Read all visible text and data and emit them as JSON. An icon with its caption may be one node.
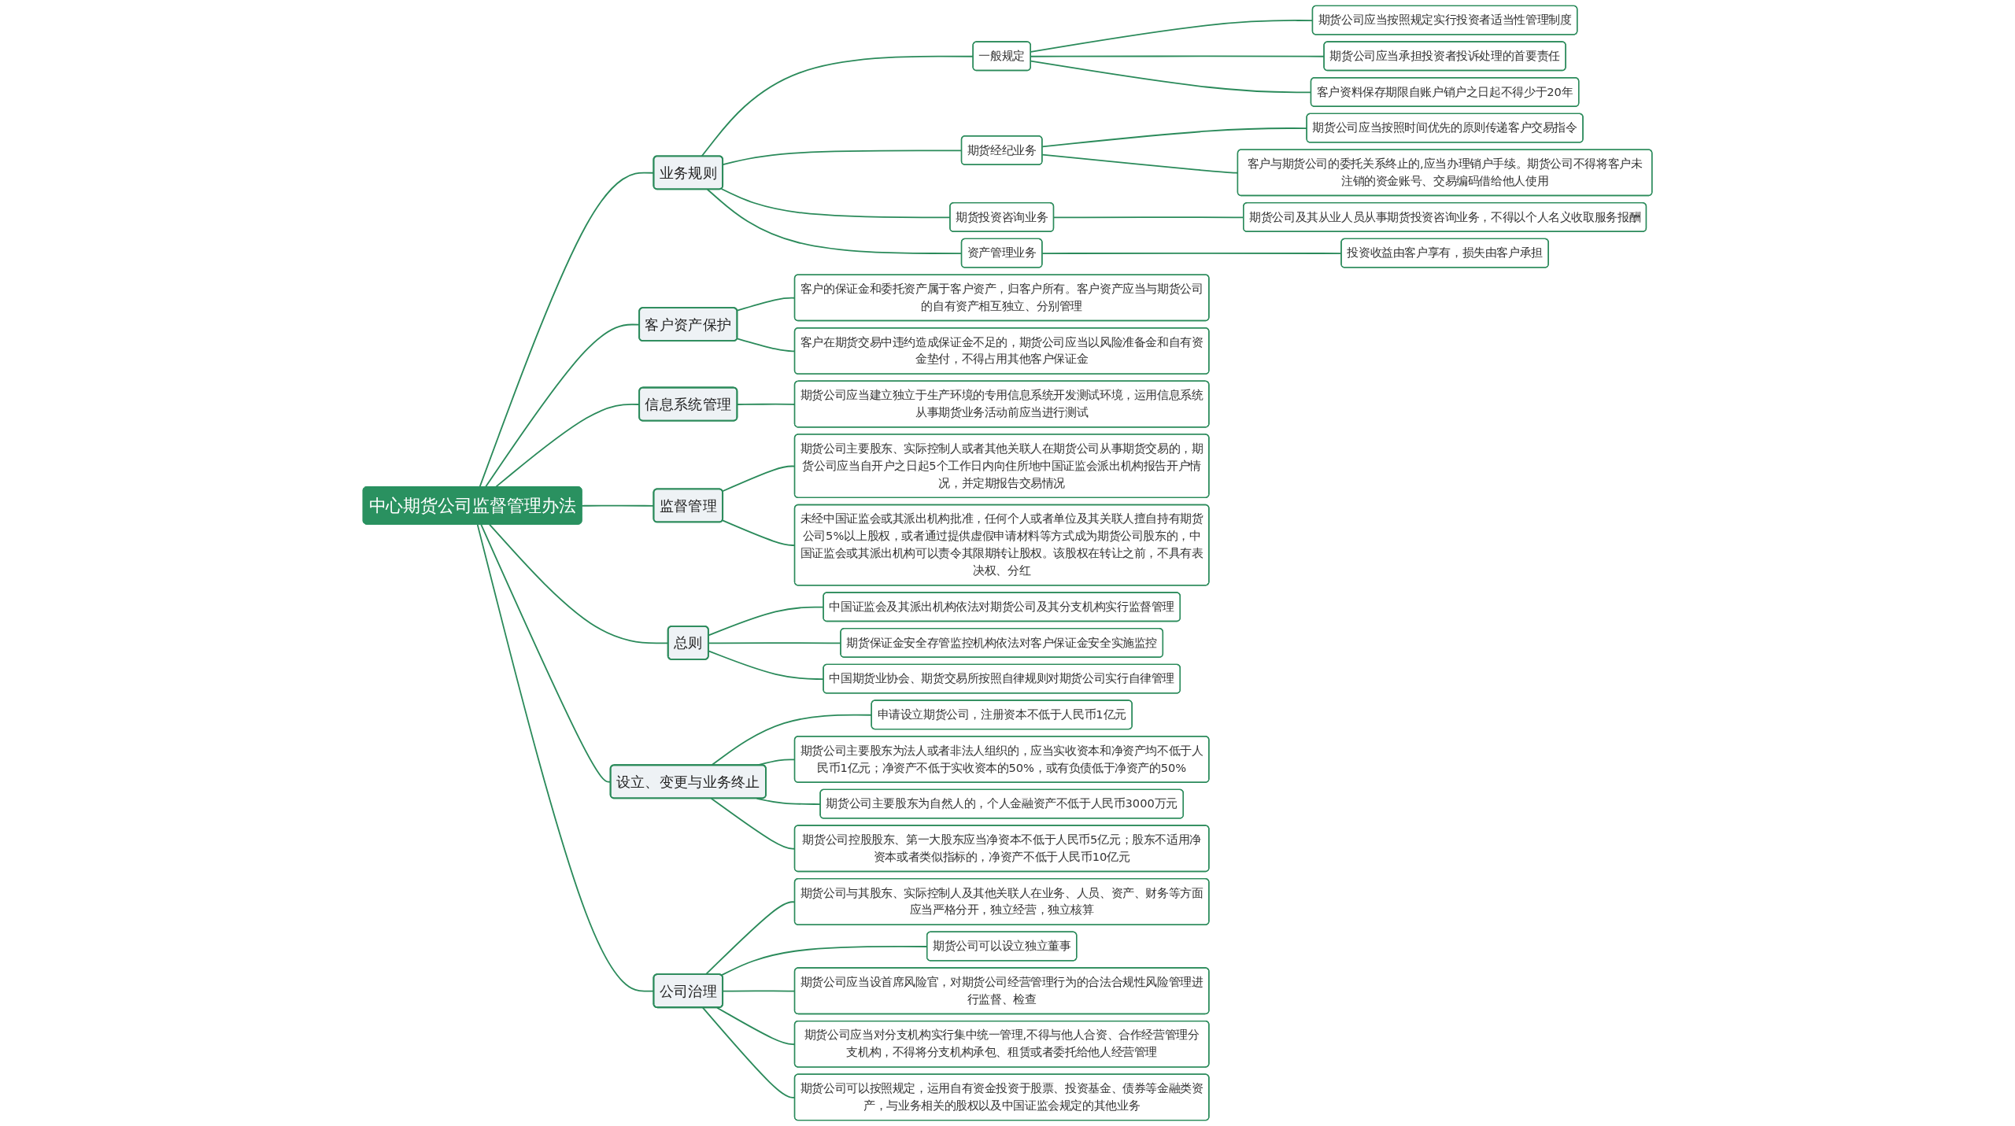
{
  "diagram": {
    "nodes": [
      {
        "text": [
          "中心期货公司监督管理办法"
        ]
      },
      {
        "text": [
          "业务规则"
        ]
      },
      {
        "text": [
          "一般规定"
        ]
      },
      {
        "text": [
          "期货公司应当按照规定实行投资者适当性管理制度"
        ]
      },
      {
        "text": [
          "期货公司应当承担投资者投诉处理的首要责任"
        ]
      },
      {
        "text": [
          "客户资料保存期限自账户销户之日起不得少于20年"
        ]
      },
      {
        "text": [
          "期货经纪业务"
        ]
      },
      {
        "text": [
          "期货公司应当按照时间优先的原则传递客户交易指令"
        ]
      },
      {
        "text": [
          "客户与期货公司的委托关系终止的,应当办理销户手续。期货公司不得将客户未注销的资金账号、交易编码借给他人使用"
        ]
      },
      {
        "text": [
          "期货投资咨询业务"
        ]
      },
      {
        "text": [
          "期货公司及其从业人员从事期货投资咨询业务，不得以个人名义收取服务报酬"
        ]
      },
      {
        "text": [
          "资产管理业务"
        ]
      },
      {
        "text": [
          "投资收益由客户享有，损失由客户承担"
        ]
      },
      {
        "text": [
          "客户资产保护"
        ]
      },
      {
        "text": [
          "客户的保证金和委托资产属于客户资产，归客户所有。客户资产应当与期货公司的自有资产相互独立、分别管理"
        ]
      },
      {
        "text": [
          "客户在期货交易中违约造成保证金不足的，期货公司应当以风险准备金和自有资金垫付，不得占用其他客户保证金"
        ]
      },
      {
        "text": [
          "信息系统管理"
        ]
      },
      {
        "text": [
          "期货公司应当建立独立于生产环境的专用信息系统开发测试环境，运用信息系统从事期货业务活动前应当进行测试"
        ]
      },
      {
        "text": [
          "监督管理"
        ]
      },
      {
        "text": [
          "期货公司主要股东、实际控制人或者其他关联人在期货公司从事期货交易的，期货公司应当自开户之日起5个工作日内向住所地中国证监会派出机构报告开户情况，并定期报告交易情况"
        ]
      },
      {
        "text": [
          "未经中国证监会或其派出机构批准，任何个人或者单位及其关联人擅自持有期货公司5%以上股权，或者通过提供虚假申请材料等方式成为期货公司股东的，中国证监会或其派出机构可以责令其限期转让股权。该股权在转让之前，不具有表决权、分红"
        ]
      },
      {
        "text": [
          "总则"
        ]
      },
      {
        "text": [
          "中国证监会及其派出机构依法对期货公司及其分支机构实行监督管理"
        ]
      },
      {
        "text": [
          "期货保证金安全存管监控机构依法对客户保证金安全实施监控"
        ]
      },
      {
        "text": [
          "中国期货业协会、期货交易所按照自律规则对期货公司实行自律管理"
        ]
      },
      {
        "text": [
          "设立、变更与业务终止"
        ]
      },
      {
        "text": [
          "申请设立期货公司，注册资本不低于人民币1亿元"
        ]
      },
      {
        "text": [
          "期货公司主要股东为法人或者非法人组织的，应当实收资本和净资产均不低于人民币1亿元；净资产不低于实收资本的50%，或有负债低于净资产的50%"
        ]
      },
      {
        "text": [
          "期货公司主要股东为自然人的，个人金融资产不低于人民币3000万元"
        ]
      },
      {
        "text": [
          "期货公司控股股东、第一大股东应当净资本不低于人民币5亿元；股东不适用净资本或者类似指标的，净资产不低于人民币10亿元"
        ]
      },
      {
        "text": [
          "公司治理"
        ]
      },
      {
        "text": [
          "期货公司与其股东、实际控制人及其他关联人在业务、人员、资产、财务等方面应当严格分开，独立经营，独立核算"
        ]
      },
      {
        "text": [
          "期货公司可以设立独立董事"
        ]
      },
      {
        "text": [
          "期货公司应当设首席风险官，对期货公司经营管理行为的合法合规性风险管理进行监督、检查"
        ]
      },
      {
        "text": [
          "期货公司应当对分支机构实行集中统一管理,不得与他人合资、合作经营管理分支机构，不得将分支机构承包、租赁或者委托给他人经营管理"
        ]
      },
      {
        "text": [
          "期货公司可以按照规定，运用自有资金投资于股票、投资基金、债券等金融类资产，与业务相关的股权以及中国证监会规定的其他业务"
        ]
      }
    ],
    "edges": [
      {
        "from": 0,
        "to": 1,
        "arrow": "none"
      },
      {
        "from": 1,
        "to": 2,
        "arrow": "none"
      },
      {
        "from": 2,
        "to": 3,
        "arrow": "none"
      },
      {
        "from": 2,
        "to": 4,
        "arrow": "none"
      },
      {
        "from": 2,
        "to": 5,
        "arrow": "none"
      },
      {
        "from": 1,
        "to": 6,
        "arrow": "none"
      },
      {
        "from": 6,
        "to": 7,
        "arrow": "none"
      },
      {
        "from": 6,
        "to": 8,
        "arrow": "none"
      },
      {
        "from": 1,
        "to": 9,
        "arrow": "none"
      },
      {
        "from": 9,
        "to": 10,
        "arrow": "none"
      },
      {
        "from": 1,
        "to": 11,
        "arrow": "none"
      },
      {
        "from": 11,
        "to": 12,
        "arrow": "none"
      },
      {
        "from": 0,
        "to": 13,
        "arrow": "none"
      },
      {
        "from": 13,
        "to": 14,
        "arrow": "none"
      },
      {
        "from": 13,
        "to": 15,
        "arrow": "none"
      },
      {
        "from": 0,
        "to": 16,
        "arrow": "none"
      },
      {
        "from": 16,
        "to": 17,
        "arrow": "none"
      },
      {
        "from": 0,
        "to": 18,
        "arrow": "none"
      },
      {
        "from": 18,
        "to": 19,
        "arrow": "none"
      },
      {
        "from": 18,
        "to": 20,
        "arrow": "none"
      },
      {
        "from": 0,
        "to": 21,
        "arrow": "none"
      },
      {
        "from": 21,
        "to": 22,
        "arrow": "none"
      },
      {
        "from": 21,
        "to": 23,
        "arrow": "none"
      },
      {
        "from": 21,
        "to": 24,
        "arrow": "none"
      },
      {
        "from": 0,
        "to": 25,
        "arrow": "none"
      },
      {
        "from": 25,
        "to": 26,
        "arrow": "none"
      },
      {
        "from": 25,
        "to": 27,
        "arrow": "none"
      },
      {
        "from": 25,
        "to": 28,
        "arrow": "none"
      },
      {
        "from": 25,
        "to": 29,
        "arrow": "none"
      },
      {
        "from": 0,
        "to": 30,
        "arrow": "none"
      },
      {
        "from": 30,
        "to": 31,
        "arrow": "none"
      },
      {
        "from": 30,
        "to": 32,
        "arrow": "none"
      },
      {
        "from": 30,
        "to": 33,
        "arrow": "none"
      },
      {
        "from": 30,
        "to": 34,
        "arrow": "none"
      },
      {
        "from": 30,
        "to": 35,
        "arrow": "none"
      }
    ]
  }
}
